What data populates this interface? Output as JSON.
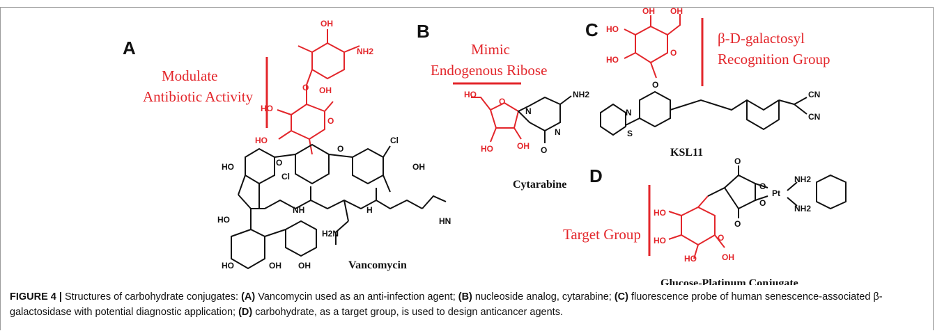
{
  "panels": {
    "a": {
      "letter": "A",
      "label_line1": "Modulate",
      "label_line2": "Antibiotic Activity",
      "name": "Vancomycin"
    },
    "b": {
      "letter": "B",
      "label_line1": "Mimic",
      "label_line2": "Endogenous Ribose",
      "name": "Cytarabine"
    },
    "c": {
      "letter": "C",
      "label_line1": "β-D-galactosyl",
      "label_line2": "Recognition Group",
      "name": "KSL11"
    },
    "d": {
      "letter": "D",
      "label": "Target Group",
      "name": "Glucose-Platinum Conjugate"
    }
  },
  "atoms": {
    "oh": "OH",
    "ho": "HO",
    "nh2": "NH2",
    "h2n": "H2N",
    "o": "O",
    "n": "N",
    "cl": "Cl",
    "cn": "CN",
    "s": "S",
    "pt": "Pt",
    "nh": "NH",
    "hn": "HN",
    "h": "H"
  },
  "caption": {
    "figure": "FIGURE 4 |",
    "intro": " Structures of carbohydrate conjugates: ",
    "a_tag": "(A)",
    "a_text": " Vancomycin used as an anti-infection agent; ",
    "b_tag": "(B)",
    "b_text": " nucleoside analog, cytarabine; ",
    "c_tag": "(C)",
    "c_text": " fluorescence probe of human senescence-associated β-galactosidase with potential diagnostic application; ",
    "d_tag": "(D)",
    "d_text": " carbohydrate, as a target group, is used to design anticancer agents."
  },
  "colors": {
    "accent_red": "#e3262b",
    "ink": "#111111",
    "frame": "#9a9a9a"
  }
}
